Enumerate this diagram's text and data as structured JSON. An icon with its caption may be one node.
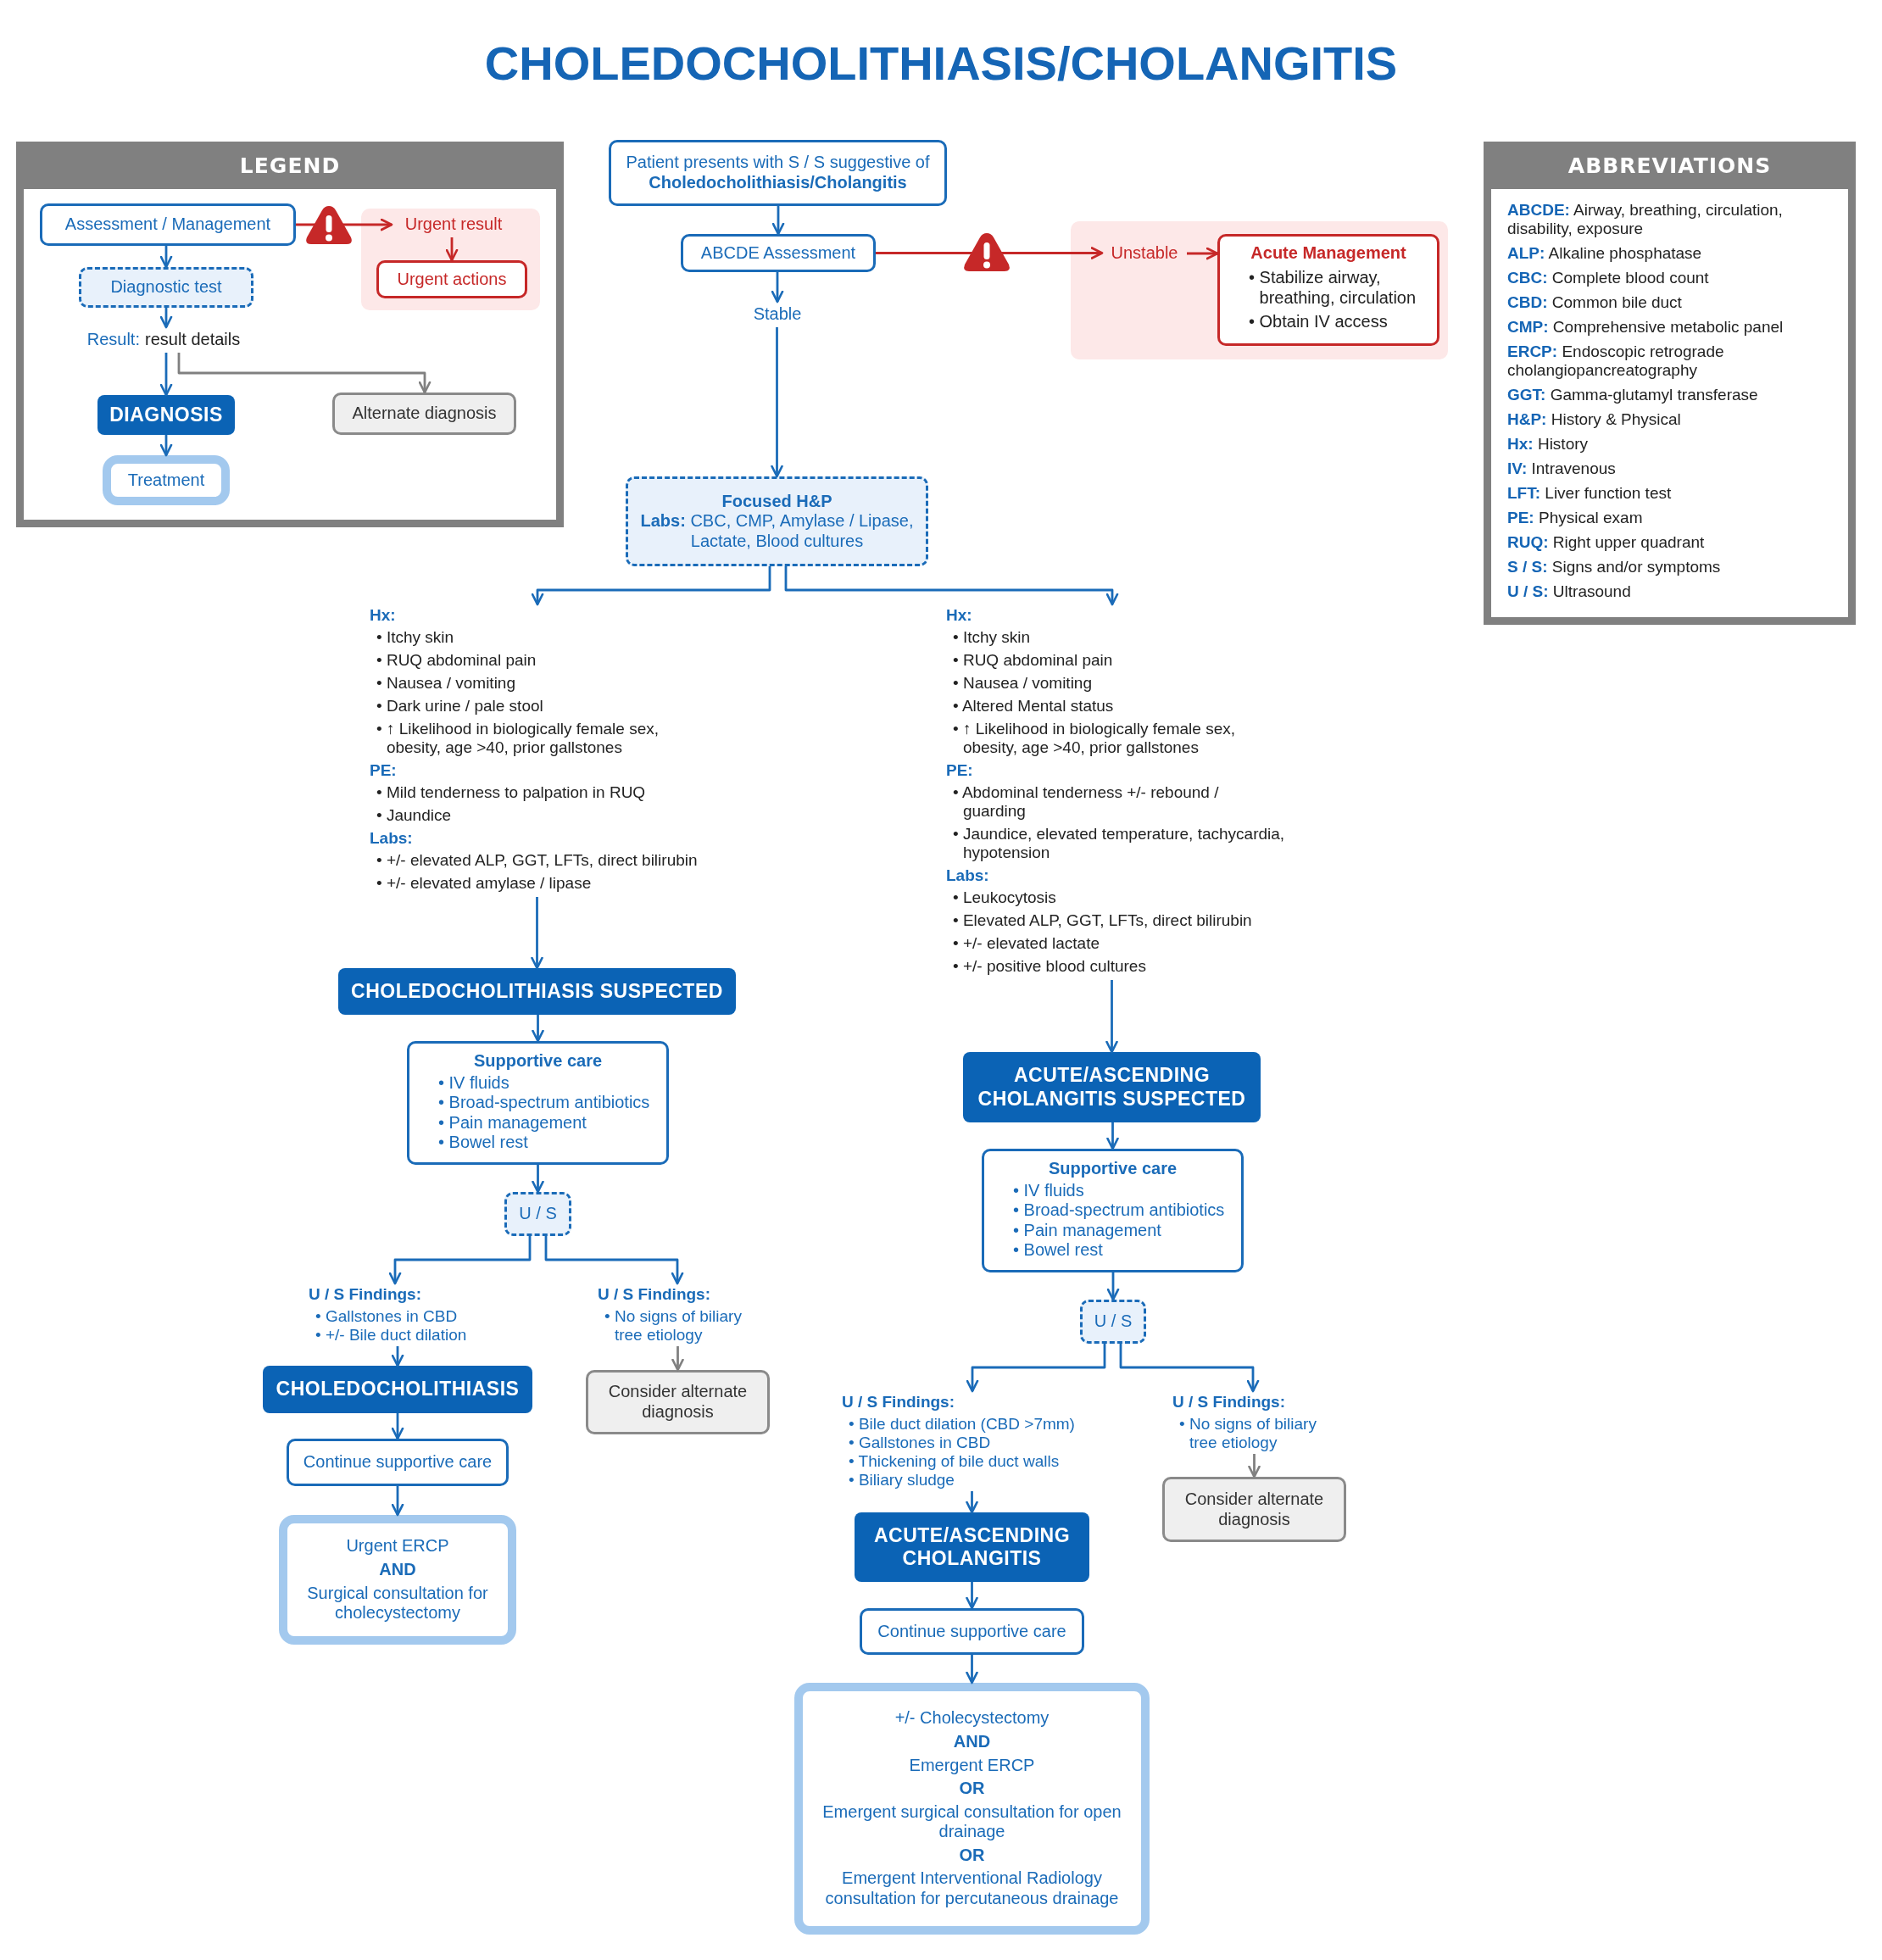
{
  "diagram": {
    "title": "CHOLEDOCHOLITHIASIS/CHOLANGITIS",
    "nodes": [
      {
        "text": [
          "LEGEND"
        ]
      },
      {
        "text": [
          "Assessment / Management"
        ],
        "in": 0
      },
      {
        "text": [],
        "shape": "box",
        "in": 0
      },
      {
        "text": [
          "Urgent result"
        ],
        "in": 2
      },
      {
        "text": [
          "Urgent actions"
        ],
        "in": 2
      },
      {
        "text": [
          "Diagnostic test"
        ],
        "in": 0
      },
      {
        "text": [
          "Result:",
          "result details"
        ],
        "in": 0
      },
      {
        "text": [
          "DIAGNOSIS"
        ],
        "in": 0
      },
      {
        "text": [
          "Alternate diagnosis"
        ],
        "in": 0
      },
      {
        "text": [
          "Treatment"
        ],
        "in": 0
      },
      {
        "text": [
          "Patient presents with S / S suggestive of **Choledocholithiasis/Cholangitis**"
        ]
      },
      {
        "text": [
          "ABCDE Assessment"
        ]
      },
      {
        "text": [
          "Stable"
        ]
      },
      {
        "text": [],
        "shape": "box"
      },
      {
        "text": [
          "Unstable"
        ],
        "in": 13
      },
      {
        "text": [
          "Acute Management",
          "• Stabilize airway, breathing, circulation",
          "• Obtain IV access"
        ],
        "in": 13
      },
      {
        "text": [
          "ABBREVIATIONS",
          "**ABCDE:** Airway, breathing, circulation, disability, exposure",
          "**ALP:** Alkaline phosphatase",
          "**CBC:** Complete blood count",
          "**CBD:** Common bile duct",
          "**CMP:** Comprehensive metabolic panel",
          "**ERCP:** Endoscopic retrograde cholangiopancreatography",
          "**GGT:** Gamma-glutamyl transferase",
          "**H&P:** History & Physical",
          "**Hx:** History",
          "**IV:** Intravenous",
          "**LFT:** Liver function test",
          "**PE:** Physical exam",
          "**RUQ:** Right upper quadrant",
          "**S / S:** Signs and/or symptoms",
          "**U / S:** Ultrasound"
        ]
      },
      {
        "text": [
          "Focused H&P",
          "**Labs:** CBC, CMP, Amylase / Lipase, Lactate, Blood cultures"
        ]
      },
      {
        "text": [
          "Hx:",
          "• Itchy skin",
          "• RUQ abdominal pain",
          "• Nausea / vomiting",
          "• Dark urine / pale stool",
          "• ↑ Likelihood in biologically female sex, obesity, age >40, prior gallstones",
          "PE:",
          "• Mild tenderness to palpation in RUQ",
          "• Jaundice",
          "Labs:",
          "• +/- elevated ALP, GGT, LFTs, direct bilirubin",
          "• +/- elevated amylase / lipase"
        ]
      },
      {
        "text": [
          "Hx:",
          "• Itchy skin",
          "• RUQ abdominal pain",
          "• Nausea / vomiting",
          "• Altered Mental status",
          "• ↑ Likelihood in biologically female sex, obesity, age >40, prior gallstones",
          "PE:",
          "• Abdominal tenderness +/- rebound / guarding",
          "• Jaundice, elevated temperature, tachycardia, hypotension",
          "Labs:",
          "• Leukocytosis",
          "• Elevated ALP, GGT, LFTs, direct bilirubin",
          "• +/- elevated lactate",
          "• +/- positive blood cultures"
        ]
      },
      {
        "text": [
          "CHOLEDOCHOLITHIASIS SUSPECTED"
        ]
      },
      {
        "text": [
          "Supportive care",
          "• IV fluids",
          "• Broad-spectrum antibiotics",
          "• Pain management",
          "• Bowel rest"
        ]
      },
      {
        "text": [
          "ACUTE/ASCENDING CHOLANGITIS SUSPECTED"
        ]
      },
      {
        "text": [
          "Supportive care",
          "• IV fluids",
          "• Broad-spectrum antibiotics",
          "• Pain management",
          "• Bowel rest"
        ]
      },
      {
        "text": [
          "U / S"
        ]
      },
      {
        "text": [
          "U / S Findings:",
          "• Gallstones in CBD",
          "• +/- Bile duct dilation"
        ]
      },
      {
        "text": [
          "U / S Findings:",
          "• No signs of biliary tree etiology"
        ]
      },
      {
        "text": [
          "U / S"
        ]
      },
      {
        "text": [
          "CHOLEDOCHOLITHIASIS"
        ]
      },
      {
        "text": [
          "Consider alternate diagnosis"
        ]
      },
      {
        "text": [
          "Continue supportive care"
        ]
      },
      {
        "text": [
          "U / S Findings:",
          "• Bile duct dilation (CBD >7mm)",
          "• Gallstones in CBD",
          "• Thickening of bile duct walls",
          "• Biliary sludge"
        ]
      },
      {
        "text": [
          "U / S Findings:",
          "• No signs of biliary tree etiology"
        ]
      },
      {
        "text": [
          "Consider alternate diagnosis"
        ]
      },
      {
        "text": [
          "Urgent ERCP",
          "AND",
          "Surgical consultation for cholecystectomy"
        ]
      },
      {
        "text": [
          "ACUTE/ASCENDING CHOLANGITIS"
        ]
      },
      {
        "text": [
          "Continue supportive care"
        ]
      },
      {
        "text": [
          "+/- Cholecystectomy",
          "AND",
          "Emergent ERCP",
          "OR",
          "Emergent surgical consultation for open drainage",
          "OR",
          "Emergent Interventional Radiology consultation for percutaneous drainage"
        ]
      }
    ],
    "edges": [
      {
        "from": 1,
        "to": 3,
        "arrow": "to",
        "color": "#c62828"
      },
      {
        "from": 3,
        "to": 4,
        "arrow": "to",
        "color": "#c62828"
      },
      {
        "from": 1,
        "to": 5,
        "arrow": "to"
      },
      {
        "from": 5,
        "to": 6,
        "arrow": "to"
      },
      {
        "from": 6,
        "to": 7,
        "arrow": "to"
      },
      {
        "from": 6,
        "to": 8,
        "arrow": "to",
        "color": "#808080"
      },
      {
        "from": 7,
        "to": 9,
        "arrow": "to"
      },
      {
        "from": 10,
        "to": 11,
        "arrow": "to"
      },
      {
        "from": 11,
        "to": 12,
        "arrow": "to"
      },
      {
        "from": 11,
        "to": 14,
        "arrow": "to",
        "color": "#c62828"
      },
      {
        "from": 14,
        "to": 15,
        "arrow": "to",
        "color": "#c62828"
      },
      {
        "from": 12,
        "to": 17,
        "arrow": "to"
      },
      {
        "from": 17,
        "to": 18,
        "arrow": "to"
      },
      {
        "from": 17,
        "to": 19,
        "arrow": "to"
      },
      {
        "from": 18,
        "to": 20,
        "arrow": "to"
      },
      {
        "from": 19,
        "to": 22,
        "arrow": "to"
      },
      {
        "from": 20,
        "to": 21,
        "arrow": "to"
      },
      {
        "from": 22,
        "to": 23,
        "arrow": "to"
      },
      {
        "from": 21,
        "to": 24,
        "arrow": "to"
      },
      {
        "from": 23,
        "to": 27,
        "arrow": "to"
      },
      {
        "from": 24,
        "to": 25,
        "arrow": "to"
      },
      {
        "from": 24,
        "to": 26,
        "arrow": "to"
      },
      {
        "from": 25,
        "to": 28,
        "arrow": "to"
      },
      {
        "from": 26,
        "to": 29,
        "arrow": "to",
        "color": "#808080"
      },
      {
        "from": 28,
        "to": 30,
        "arrow": "to"
      },
      {
        "from": 30,
        "to": 34,
        "arrow": "to"
      },
      {
        "from": 27,
        "to": 31,
        "arrow": "to"
      },
      {
        "from": 27,
        "to": 32,
        "arrow": "to"
      },
      {
        "from": 31,
        "to": 35,
        "arrow": "to"
      },
      {
        "from": 32,
        "to": 33,
        "arrow": "to",
        "color": "#808080"
      },
      {
        "from": 35,
        "to": 36,
        "arrow": "to"
      },
      {
        "from": 36,
        "to": 37,
        "arrow": "to"
      }
    ]
  }
}
